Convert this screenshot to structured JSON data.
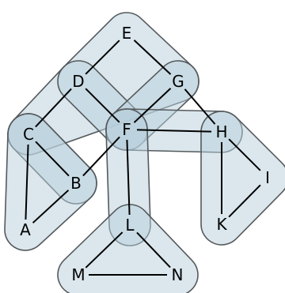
{
  "diagram": {
    "nodes": [
      {
        "id": "E",
        "label": "E"
      },
      {
        "id": "D",
        "label": "D"
      },
      {
        "id": "G",
        "label": "G"
      },
      {
        "id": "C",
        "label": "C"
      },
      {
        "id": "F",
        "label": "F"
      },
      {
        "id": "H",
        "label": "H"
      },
      {
        "id": "B",
        "label": "B"
      },
      {
        "id": "I",
        "label": "I"
      },
      {
        "id": "A",
        "label": "A"
      },
      {
        "id": "L",
        "label": "L"
      },
      {
        "id": "K",
        "label": "K"
      },
      {
        "id": "M",
        "label": "M"
      },
      {
        "id": "N",
        "label": "N"
      }
    ],
    "edges": [
      [
        "E",
        "D"
      ],
      [
        "E",
        "G"
      ],
      [
        "D",
        "C"
      ],
      [
        "D",
        "F"
      ],
      [
        "G",
        "F"
      ],
      [
        "G",
        "H"
      ],
      [
        "C",
        "B"
      ],
      [
        "C",
        "A"
      ],
      [
        "B",
        "A"
      ],
      [
        "B",
        "F"
      ],
      [
        "F",
        "H"
      ],
      [
        "F",
        "L"
      ],
      [
        "H",
        "I"
      ],
      [
        "H",
        "K"
      ],
      [
        "I",
        "K"
      ],
      [
        "L",
        "M"
      ],
      [
        "L",
        "N"
      ],
      [
        "M",
        "N"
      ]
    ],
    "hyperedges": [
      [
        "E",
        "D",
        "C",
        "G"
      ],
      [
        "D",
        "F"
      ],
      [
        "G",
        "F"
      ],
      [
        "C",
        "B"
      ],
      [
        "C",
        "B",
        "A"
      ],
      [
        "F",
        "H"
      ],
      [
        "F",
        "L"
      ],
      [
        "L",
        "M",
        "N"
      ],
      [
        "H",
        "I",
        "K"
      ]
    ],
    "colors": {
      "hull_fill": "#b7d0db",
      "hull_stroke": "#555a5d",
      "edge": "#000000",
      "label": "#000000"
    }
  }
}
